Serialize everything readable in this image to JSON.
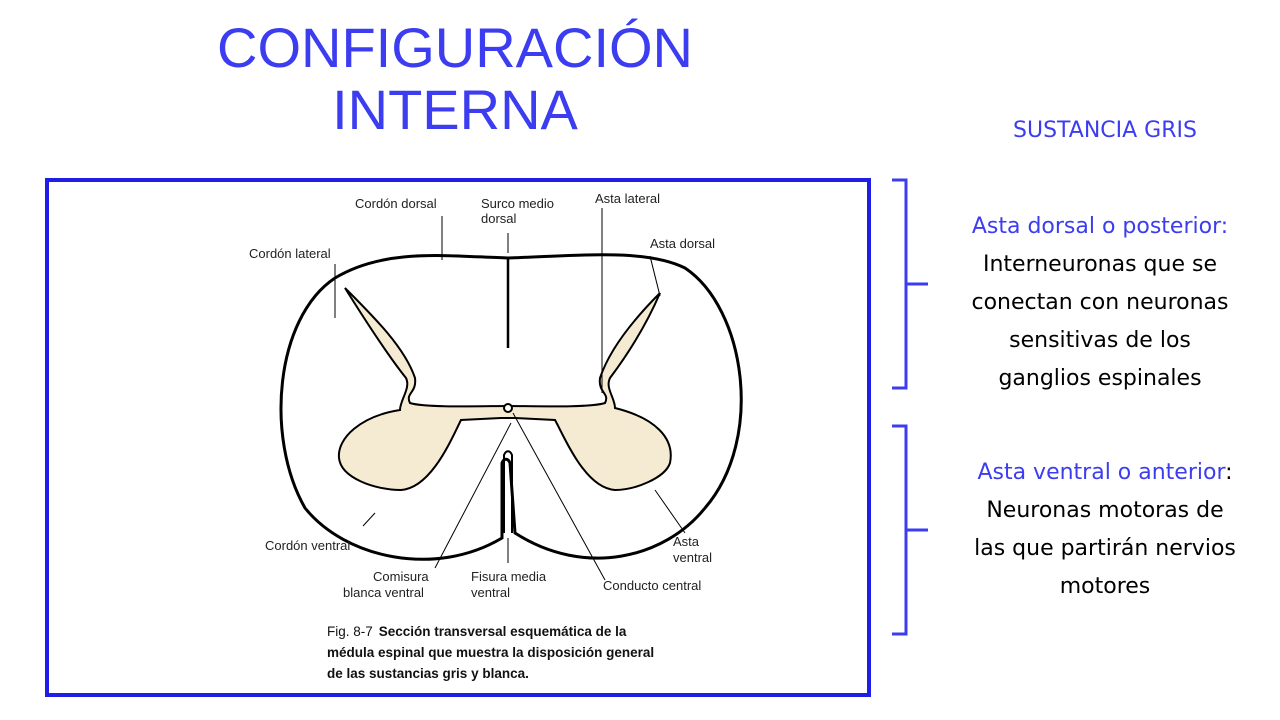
{
  "title": {
    "line1": "CONFIGURACIÓN",
    "line2": "INTERNA"
  },
  "right_panel": {
    "heading": "SUSTANCIA GRIS",
    "dorsal": {
      "name": "Asta dorsal o posterior:",
      "lines": [
        "Interneuronas que se",
        "conectan con neuronas",
        "sensitivas de los",
        "ganglios espinales"
      ]
    },
    "ventral": {
      "name": "Asta ventral o anterior",
      "colon": ":",
      "lines": [
        "Neuronas motoras de",
        "las que partirán nervios",
        "motores"
      ]
    }
  },
  "figure": {
    "labels": {
      "cordon_dorsal": "Cordón dorsal",
      "surco_1": "Surco medio",
      "surco_2": "dorsal",
      "asta_lateral": "Asta lateral",
      "asta_dorsal": "Asta dorsal",
      "cordon_lateral": "Cordón lateral",
      "cordon_ventral": "Cordón ventral",
      "asta_ventral_1": "Asta",
      "asta_ventral_2": "ventral",
      "comisura_1": "Comisura",
      "comisura_2": "blanca ventral",
      "fisura_1": "Fisura media",
      "fisura_2": "ventral",
      "conducto": "Conducto central"
    },
    "caption": {
      "prefix": "Fig. 8-7",
      "line1": "Sección transversal esquemática de la",
      "line2": "médula espinal que muestra la disposición general",
      "line3": "de las sustancias gris y blanca."
    }
  },
  "colors": {
    "accent": "#3c3cf0",
    "gray_matter": "#f5ebd2",
    "frame": "#1e1ee6"
  }
}
